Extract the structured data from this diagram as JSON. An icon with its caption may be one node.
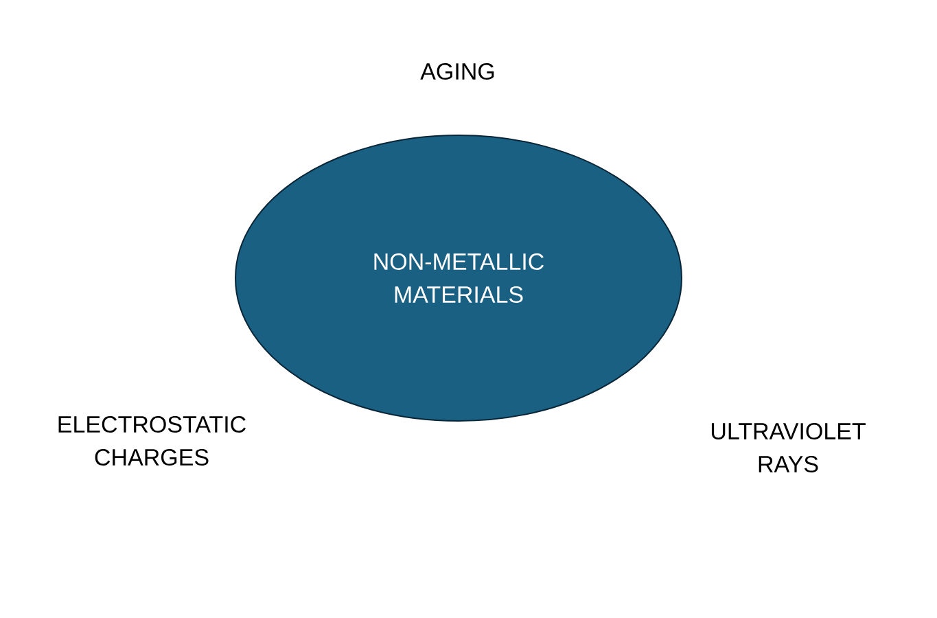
{
  "diagram": {
    "nodes": [
      {
        "text": [
          "NON-METALLIC MATERIALS"
        ]
      }
    ],
    "labels": [
      "AGING",
      "ELECTROSTATIC CHARGES",
      "ULTRAVIOLET RAYS"
    ]
  }
}
